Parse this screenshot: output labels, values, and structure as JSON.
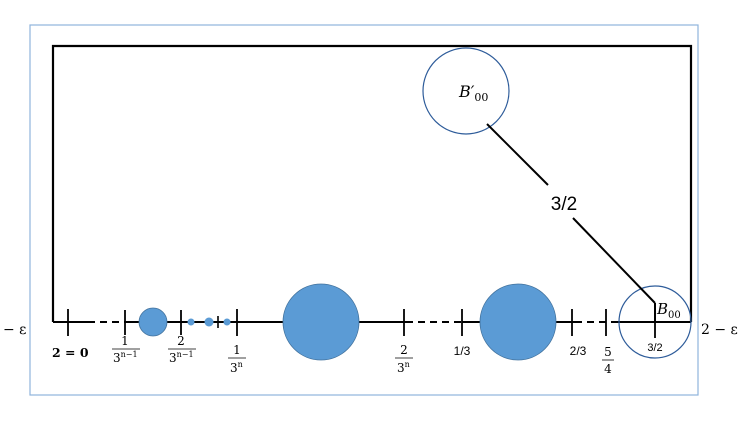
{
  "colors": {
    "frame_border": "#8fb4dc",
    "line": "#000000",
    "filled_disk": "#5b9bd5",
    "disk_outline": "#41719c",
    "open_circle_outline": "#2e5c9a"
  },
  "labels": {
    "left_end": "− ε",
    "right_end": "2 − ε",
    "tick_zero": "2 = 0",
    "frac_1_num": "1",
    "frac_1_den_base": "3",
    "frac_1_den_exp": "n−1",
    "frac_2_num": "2",
    "frac_2_den_base": "3",
    "frac_2_den_exp": "n−1",
    "frac_3_num": "1",
    "frac_3_den_base": "3",
    "frac_3_den_exp": "n",
    "frac_4_num": "2",
    "frac_4_den_base": "3",
    "frac_4_den_exp": "n",
    "tick_one_third": "1/3",
    "tick_two_thirds": "2/3",
    "frac_5_num": "5",
    "frac_5_den": "4",
    "tick_three_halves": "3/2",
    "ball_top_main": "B′",
    "ball_top_sub": "00",
    "ball_bottom_main": "B",
    "ball_bottom_sub": "00",
    "segment_length": "3/2"
  }
}
